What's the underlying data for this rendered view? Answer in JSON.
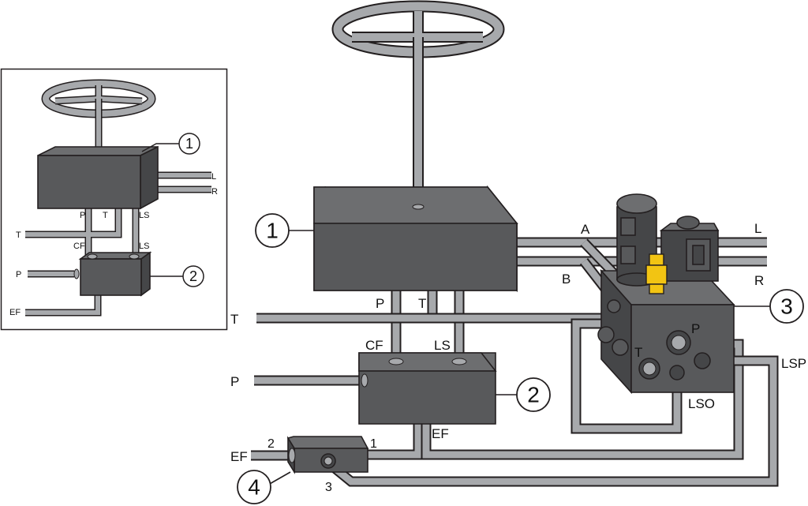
{
  "colors": {
    "block_front": "#58595b",
    "block_top": "#6d6e70",
    "block_side": "#454648",
    "pipe": "#a7a9ac",
    "outline": "#231f20",
    "brass": "#f2c413"
  },
  "inset": {
    "callouts": [
      "1",
      "2"
    ],
    "labels": {
      "L": "L",
      "R": "R",
      "P_top": "P",
      "T_top": "T",
      "LS_top": "LS",
      "T_side": "T",
      "CF": "CF",
      "LS": "LS",
      "P_side": "P",
      "EF": "EF"
    }
  },
  "main": {
    "callouts": [
      "1",
      "2",
      "3",
      "4"
    ],
    "labels": {
      "A": "A",
      "B": "B",
      "L": "L",
      "R": "R",
      "P_top": "P",
      "T_top": "T",
      "T_line": "T",
      "CF": "CF",
      "LS": "LS",
      "P_line": "P",
      "EF_block": "EF",
      "EF_port": "EF",
      "port_2": "2",
      "port_1": "1",
      "port_3": "3",
      "valve_P": "P",
      "valve_T": "T",
      "LSP": "LSP",
      "LSO": "LSO"
    }
  }
}
